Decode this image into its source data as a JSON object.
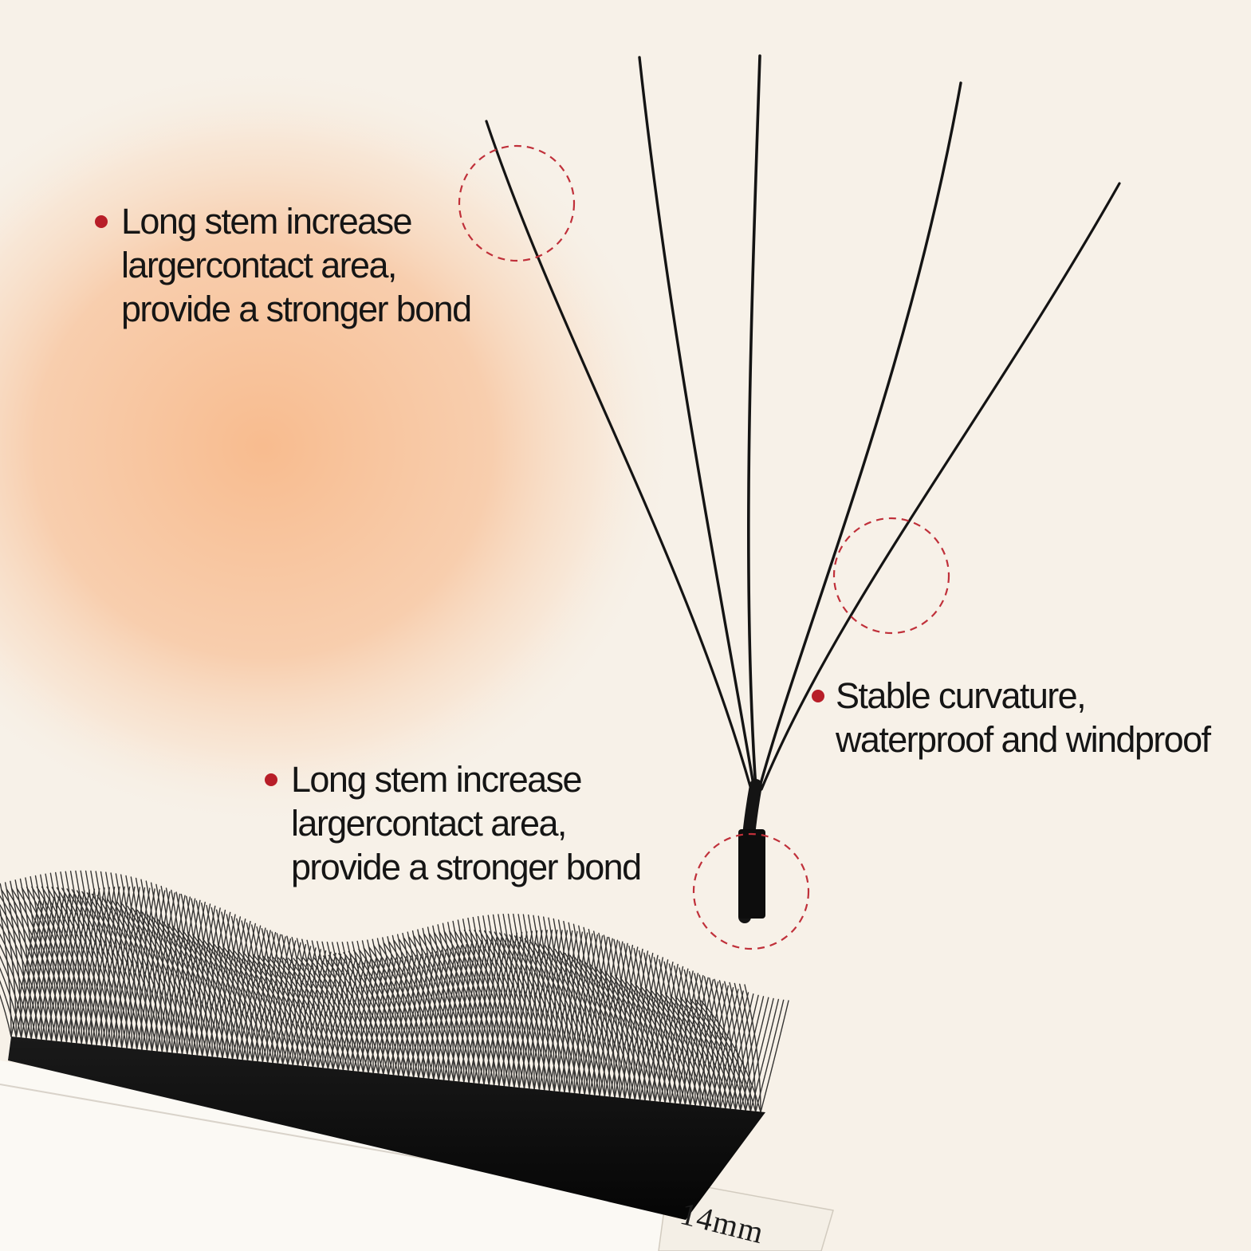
{
  "colors": {
    "background": "#f7f1e8",
    "glow": "#f8b98a",
    "bullet": "#b81e28",
    "callout_circle": "#c0303a",
    "lash": "#141414"
  },
  "features": [
    {
      "lines": [
        "Long stem increase",
        "largercontact area,",
        "provide a stronger bond"
      ]
    },
    {
      "lines": [
        "Stable curvature,",
        "waterproof and windproof"
      ]
    },
    {
      "lines": [
        "Long stem increase",
        "largercontact area,",
        "provide a stronger bond"
      ]
    }
  ],
  "lash_strip": {
    "length_label": "14mm"
  }
}
